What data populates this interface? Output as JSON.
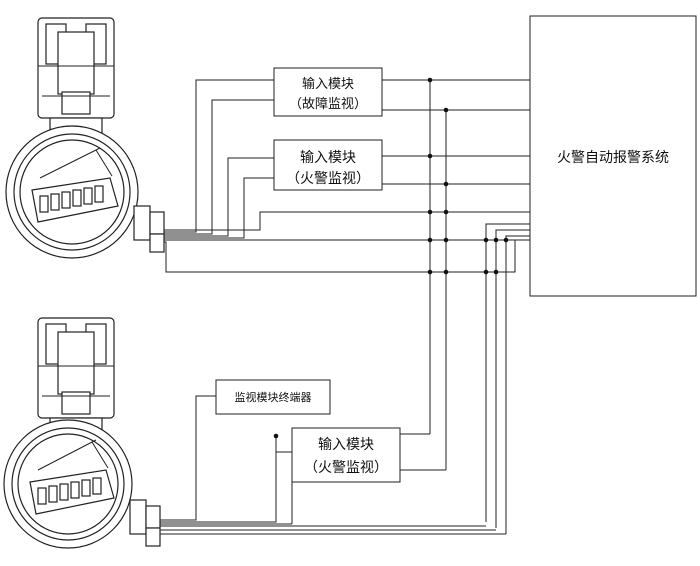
{
  "fire_alarm_system": {
    "label": "火警自动报警系统"
  },
  "module_fault": {
    "line1": "输入模块",
    "line2": "（故障监视）"
  },
  "module_fire_top": {
    "line1": "输入模块",
    "line2": "（火警监视）"
  },
  "terminator": {
    "label": "监视模块终端器"
  },
  "module_fire_bottom": {
    "line1": "输入模块",
    "line2": "（火警监视）"
  }
}
